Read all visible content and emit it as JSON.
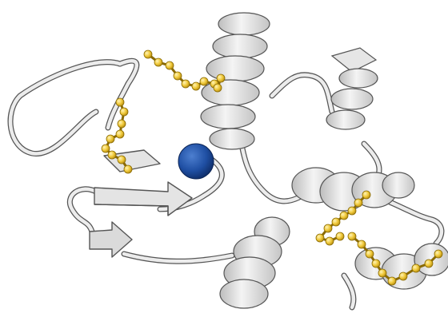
{
  "image": {
    "kind": "protein-ribbon-diagram",
    "background_color": "#ffffff",
    "ribbon_fill": "#e8e8e8",
    "ribbon_shade": "#b9b9b9",
    "ribbon_outline": "#555555",
    "disulfide_color": "#f0c93a",
    "disulfide_outline": "#8a6a00",
    "ion_color": "#1f4fa3",
    "ion_highlight": "#4d7fd0"
  },
  "elements": [
    {
      "name": "coil-loop-left",
      "type": "coil"
    },
    {
      "name": "helix-top-center",
      "type": "helix"
    },
    {
      "name": "helix-right-upper",
      "type": "helix"
    },
    {
      "name": "helix-right-middle",
      "type": "helix"
    },
    {
      "name": "helix-bottom-center",
      "type": "helix"
    },
    {
      "name": "helix-bottom-right",
      "type": "helix"
    },
    {
      "name": "beta-strand-upper",
      "type": "strand"
    },
    {
      "name": "beta-strand-lower",
      "type": "strand"
    },
    {
      "name": "metal-ion",
      "type": "ion"
    },
    {
      "name": "disulfide-bond-top",
      "type": "disulfide"
    },
    {
      "name": "disulfide-bond-left",
      "type": "disulfide"
    },
    {
      "name": "disulfide-bond-right",
      "type": "disulfide"
    },
    {
      "name": "disulfide-bond-bottom-right",
      "type": "disulfide"
    }
  ]
}
